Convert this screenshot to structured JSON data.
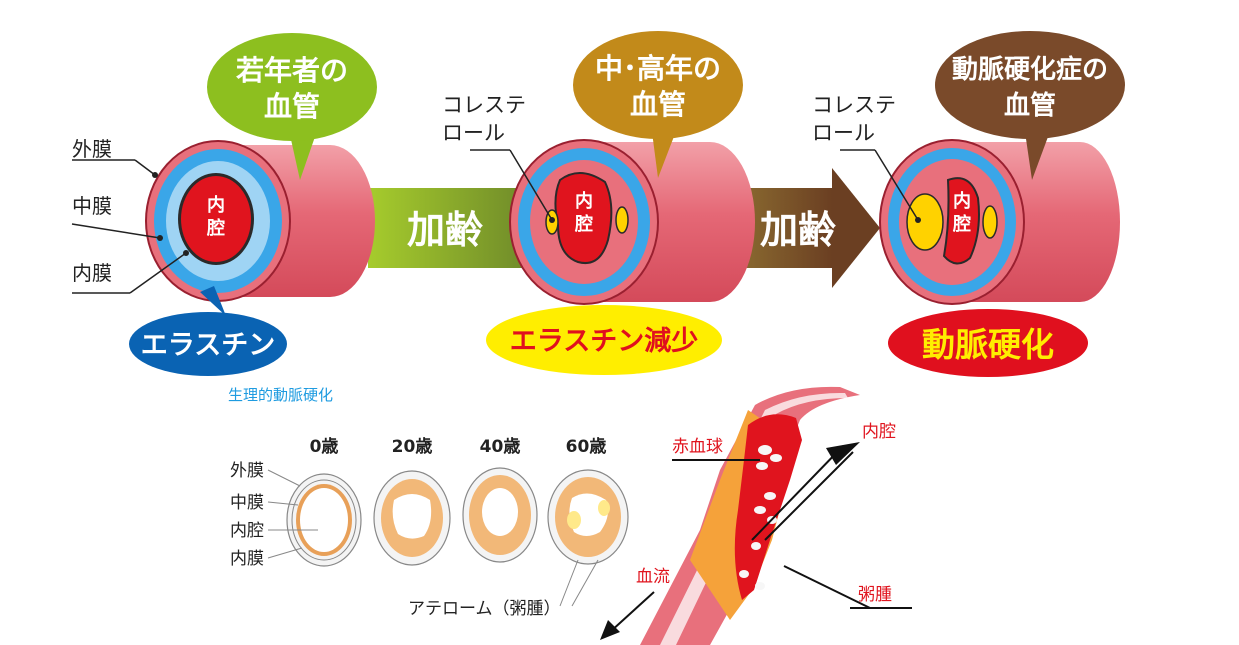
{
  "top": {
    "layers": {
      "outer": "外膜",
      "middle": "中膜",
      "inner": "内膜"
    },
    "lumen_char1": "内",
    "lumen_char2": "腔",
    "stage1": {
      "bubble_line1": "若年者の",
      "bubble_line2": "血管",
      "badge": "エラスチン"
    },
    "stage2": {
      "bubble_line1": "中･高年の",
      "bubble_line2": "血管",
      "badge": "エラスチン減少"
    },
    "stage3": {
      "bubble_line1": "動脈硬化症の",
      "bubble_line2": "血管",
      "badge": "動脈硬化"
    },
    "chol_line1": "コレステ",
    "chol_line2": "ロール",
    "aging": "加齢",
    "colors": {
      "green": "#8dbf1f",
      "ochre": "#c28a1a",
      "brown": "#7a4a2a",
      "vessel_pink": "#e8707c",
      "blue_layer": "#3aa6e8",
      "lumen_red": "#e0141e",
      "plaque_yellow": "#ffd200",
      "badge_blue": "#0a63b3",
      "badge_yellow": "#ffee00",
      "badge_red": "#e0101e"
    }
  },
  "bottom_left": {
    "caption": "生理的動脈硬化",
    "ages": [
      "0歳",
      "20歳",
      "40歳",
      "60歳"
    ],
    "labels": {
      "outer": "外膜",
      "middle": "中膜",
      "lumen": "内腔",
      "inner": "内膜"
    },
    "atheroma": "アテローム（粥腫）"
  },
  "bottom_right": {
    "rbc": "赤血球",
    "lumen": "内腔",
    "flow": "血流",
    "plaque": "粥腫"
  }
}
